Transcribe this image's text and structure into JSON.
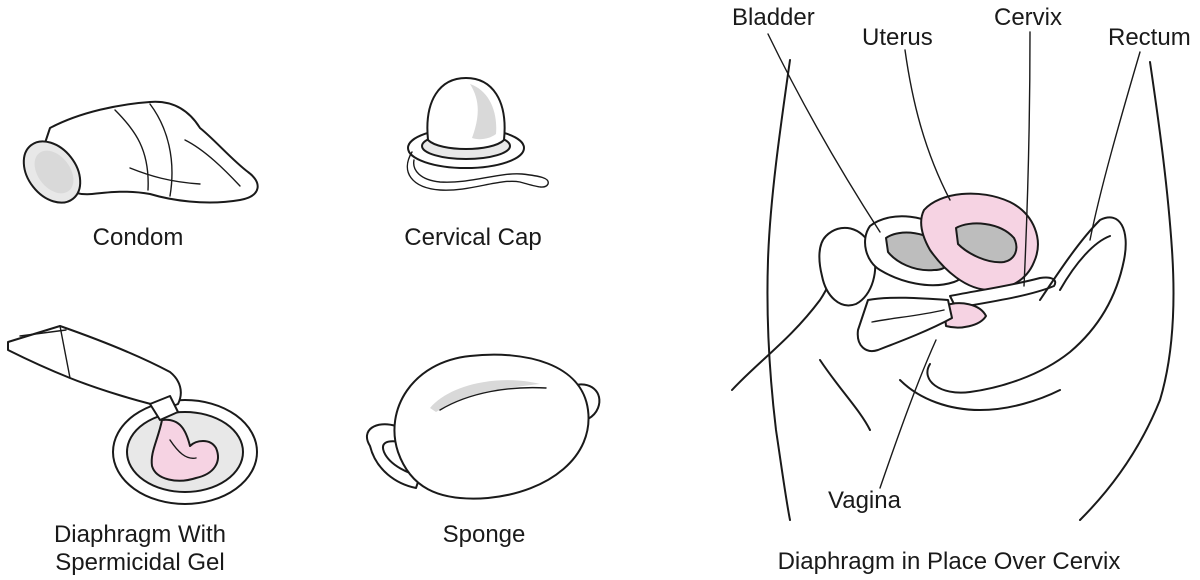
{
  "items": {
    "condom": "Condom",
    "cervical_cap": "Cervical Cap",
    "diaphragm_line1": "Diaphragm With",
    "diaphragm_line2": "Spermicidal Gel",
    "sponge": "Sponge"
  },
  "anatomy": {
    "bladder": "Bladder",
    "uterus": "Uterus",
    "cervix": "Cervix",
    "rectum": "Rectum",
    "vagina": "Vagina",
    "caption": "Diaphragm in Place Over Cervix"
  },
  "colors": {
    "ink": "#1a1a1a",
    "pink": "#f6d3e3",
    "gray": "#e8e8e8"
  }
}
